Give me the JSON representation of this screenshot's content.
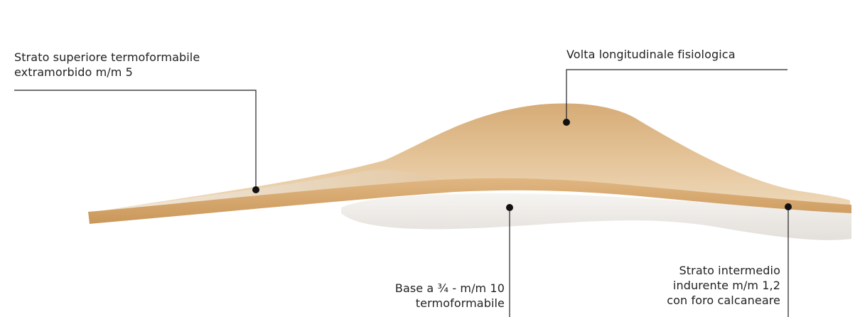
{
  "callouts": {
    "top_layer": "Strato superiore termoformabile\nextramorbido m/m 5",
    "arch": "Volta longitudinale fisiologica",
    "base": "Base a ¾ - m/m 10\ntermoformabile",
    "middle_layer": "Strato intermedio\nindurente m/m 1,2\ncon foro calcaneare"
  },
  "colors": {
    "insole_tan": "#d9ae78",
    "insole_edge": "#c79758",
    "base_white": "#f1efec",
    "line": "#222222"
  }
}
